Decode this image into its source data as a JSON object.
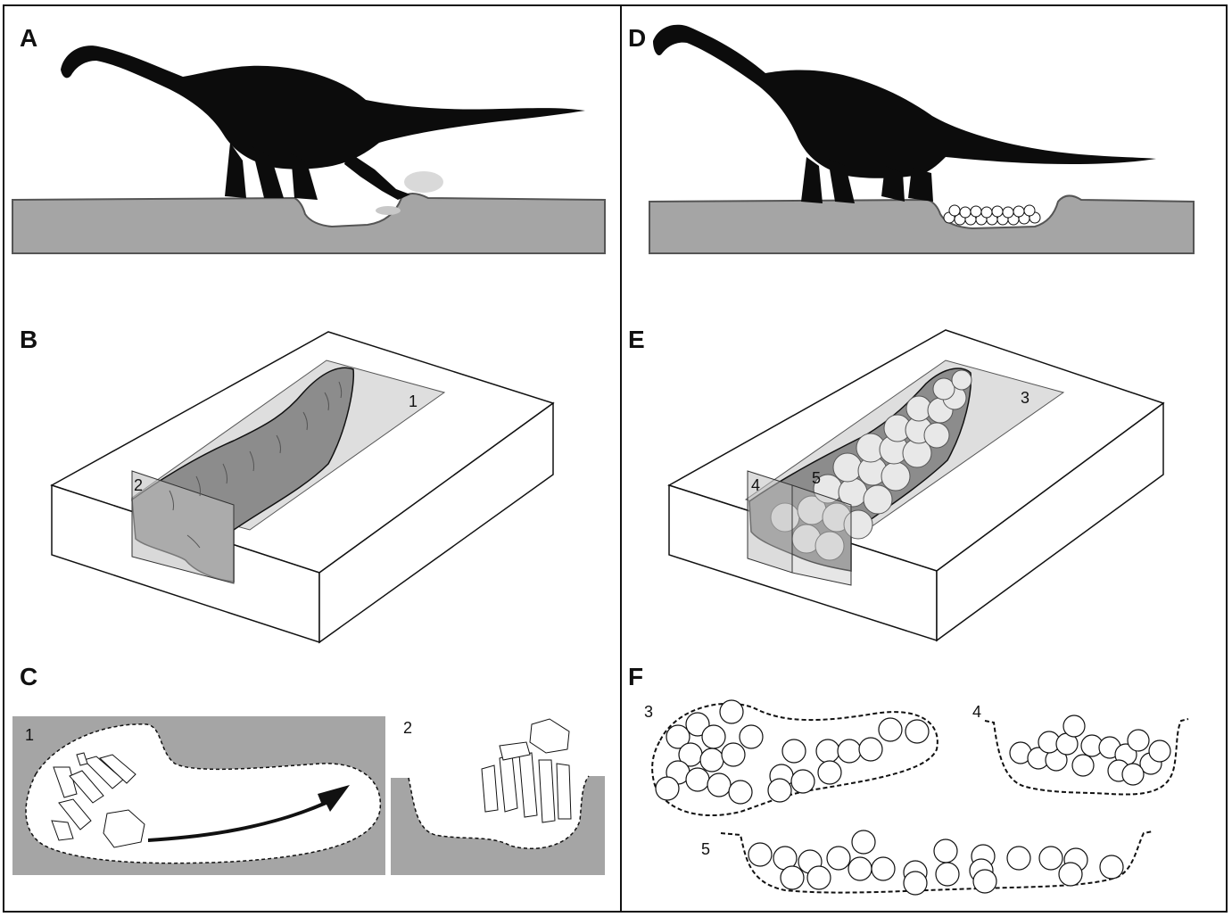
{
  "panels": {
    "A": {
      "letter": "A"
    },
    "B": {
      "letter": "B",
      "plane_labels": [
        "1",
        "2"
      ]
    },
    "C": {
      "letter": "C",
      "section_labels": [
        "1",
        "2"
      ]
    },
    "D": {
      "letter": "D"
    },
    "E": {
      "letter": "E",
      "plane_labels": [
        "3",
        "4",
        "5"
      ]
    },
    "F": {
      "letter": "F",
      "section_labels": [
        "3",
        "4",
        "5"
      ]
    }
  },
  "colors": {
    "sediment": "#a5a5a5",
    "silhouette": "#0c0c0c",
    "outline": "#111111",
    "plane": "#d0d0d0",
    "cavity": "#8c8c8c",
    "egg": "#ffffff"
  },
  "icons": {
    "dinosaur": "sauropod-silhouette",
    "arrow": "curved-arrow-icon",
    "bones": "foot-bones-outline",
    "eggs": "egg-cluster"
  }
}
